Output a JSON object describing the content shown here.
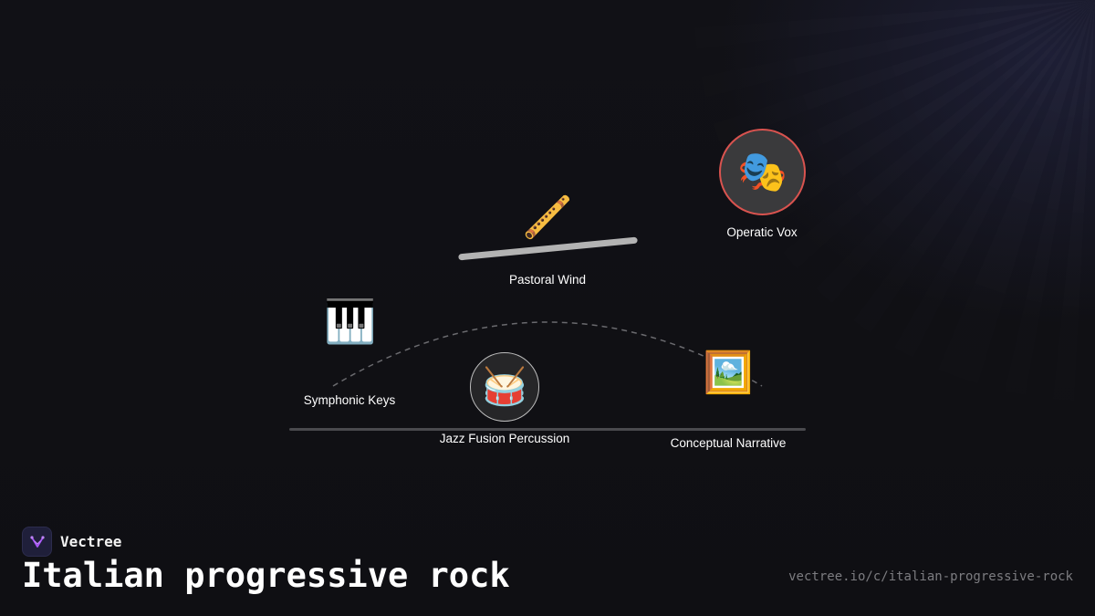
{
  "brand": {
    "name": "Vectree",
    "accent": "#a855f7"
  },
  "page": {
    "title": "Italian progressive rock",
    "url": "vectree.io/c/italian-progressive-rock"
  },
  "nodes": {
    "operatic_vox": {
      "label": "Operatic Vox",
      "icon": "performing-arts-masks-icon",
      "glyph": "🎭",
      "ring_color": "#d9534f"
    },
    "pastoral_wind": {
      "label": "Pastoral Wind",
      "icon": "flute-icon",
      "glyph": "🪈"
    },
    "symphonic_keys": {
      "label": "Symphonic Keys",
      "icon": "piano-keyboard-icon",
      "glyph": "🎹"
    },
    "jazz_fusion_percussion": {
      "label": "Jazz Fusion Percussion",
      "icon": "drum-icon",
      "glyph": "🥁"
    },
    "conceptual_narrative": {
      "label": "Conceptual Narrative",
      "icon": "framed-picture-icon",
      "glyph": "🖼️"
    }
  }
}
